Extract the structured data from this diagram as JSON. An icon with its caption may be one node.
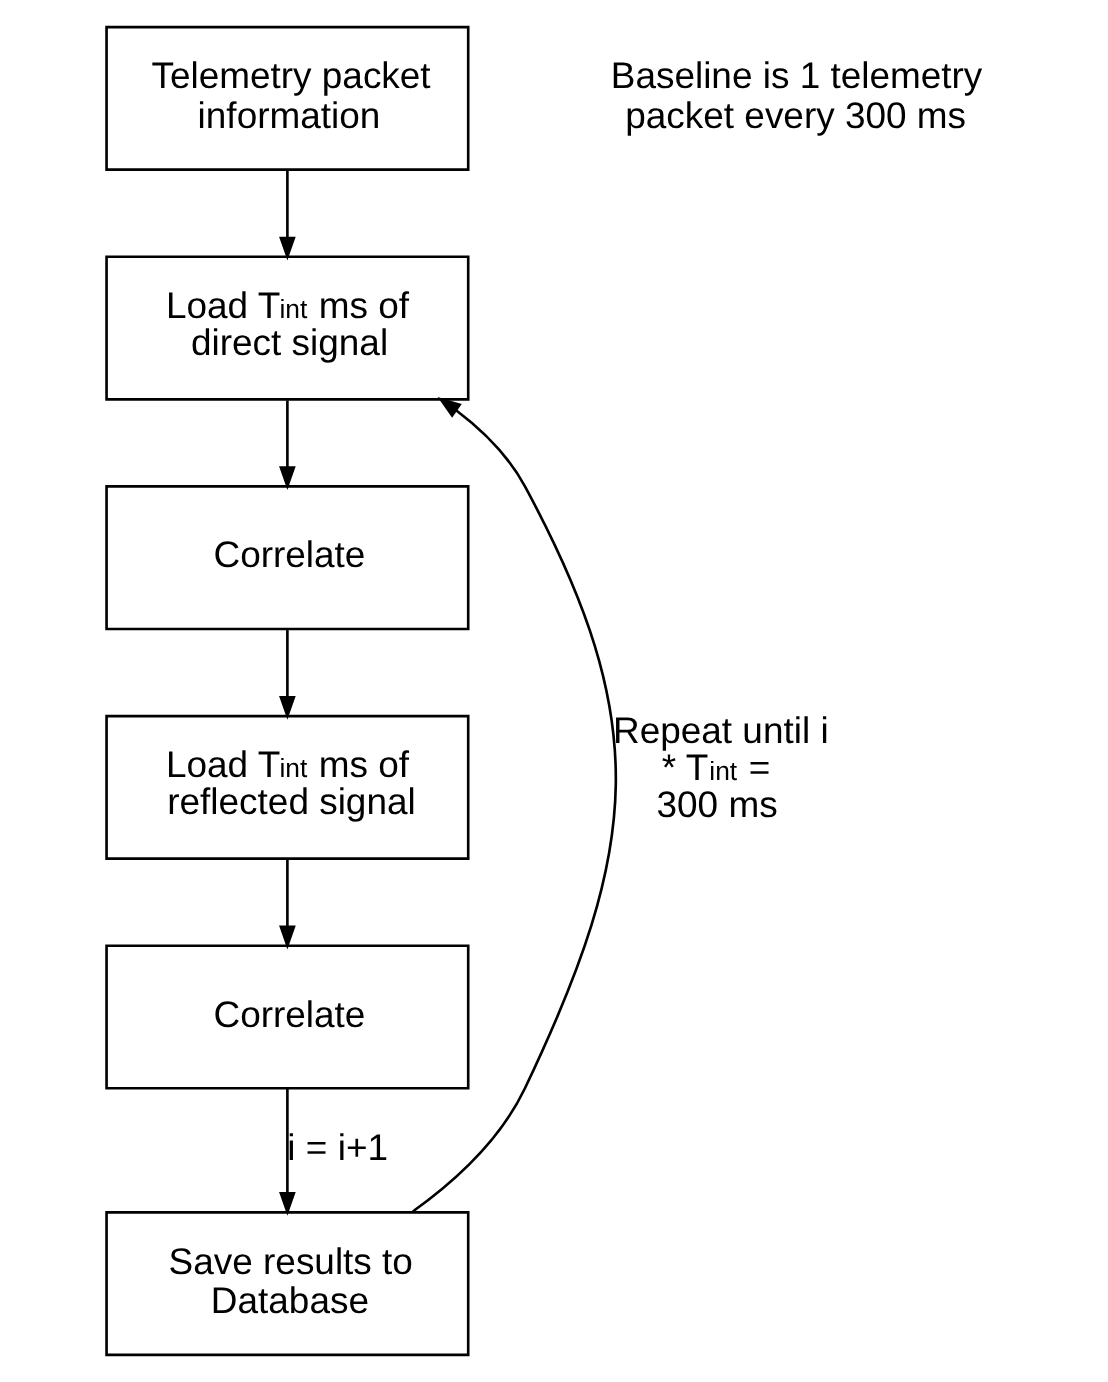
{
  "diagram": {
    "nodes": [
      {
        "text": [
          "Telemetry packet information"
        ]
      },
      {
        "text": [
          "Load T$_{int}$ ms of direct signal"
        ]
      },
      {
        "text": [
          "Correlate"
        ]
      },
      {
        "text": [
          "Load T$_{int}$ ms of reflected signal"
        ]
      },
      {
        "text": [
          "Correlate"
        ]
      },
      {
        "text": [
          "Save results to Database"
        ]
      }
    ],
    "edges": [
      {
        "from": 0,
        "to": 1,
        "arrow": "to"
      },
      {
        "from": 1,
        "to": 2,
        "arrow": "to"
      },
      {
        "from": 2,
        "to": 3,
        "arrow": "to"
      },
      {
        "from": 3,
        "to": 4,
        "arrow": "to"
      },
      {
        "from": 4,
        "to": 5,
        "arrow": "to",
        "label": "i = i+1"
      },
      {
        "from": 5,
        "to": 1,
        "arrow": "to",
        "label": "Repeat until i * T$_{int}$ = 300 ms"
      }
    ],
    "labels": [
      "Baseline is 1 telemetry packet every 300 ms"
    ]
  }
}
